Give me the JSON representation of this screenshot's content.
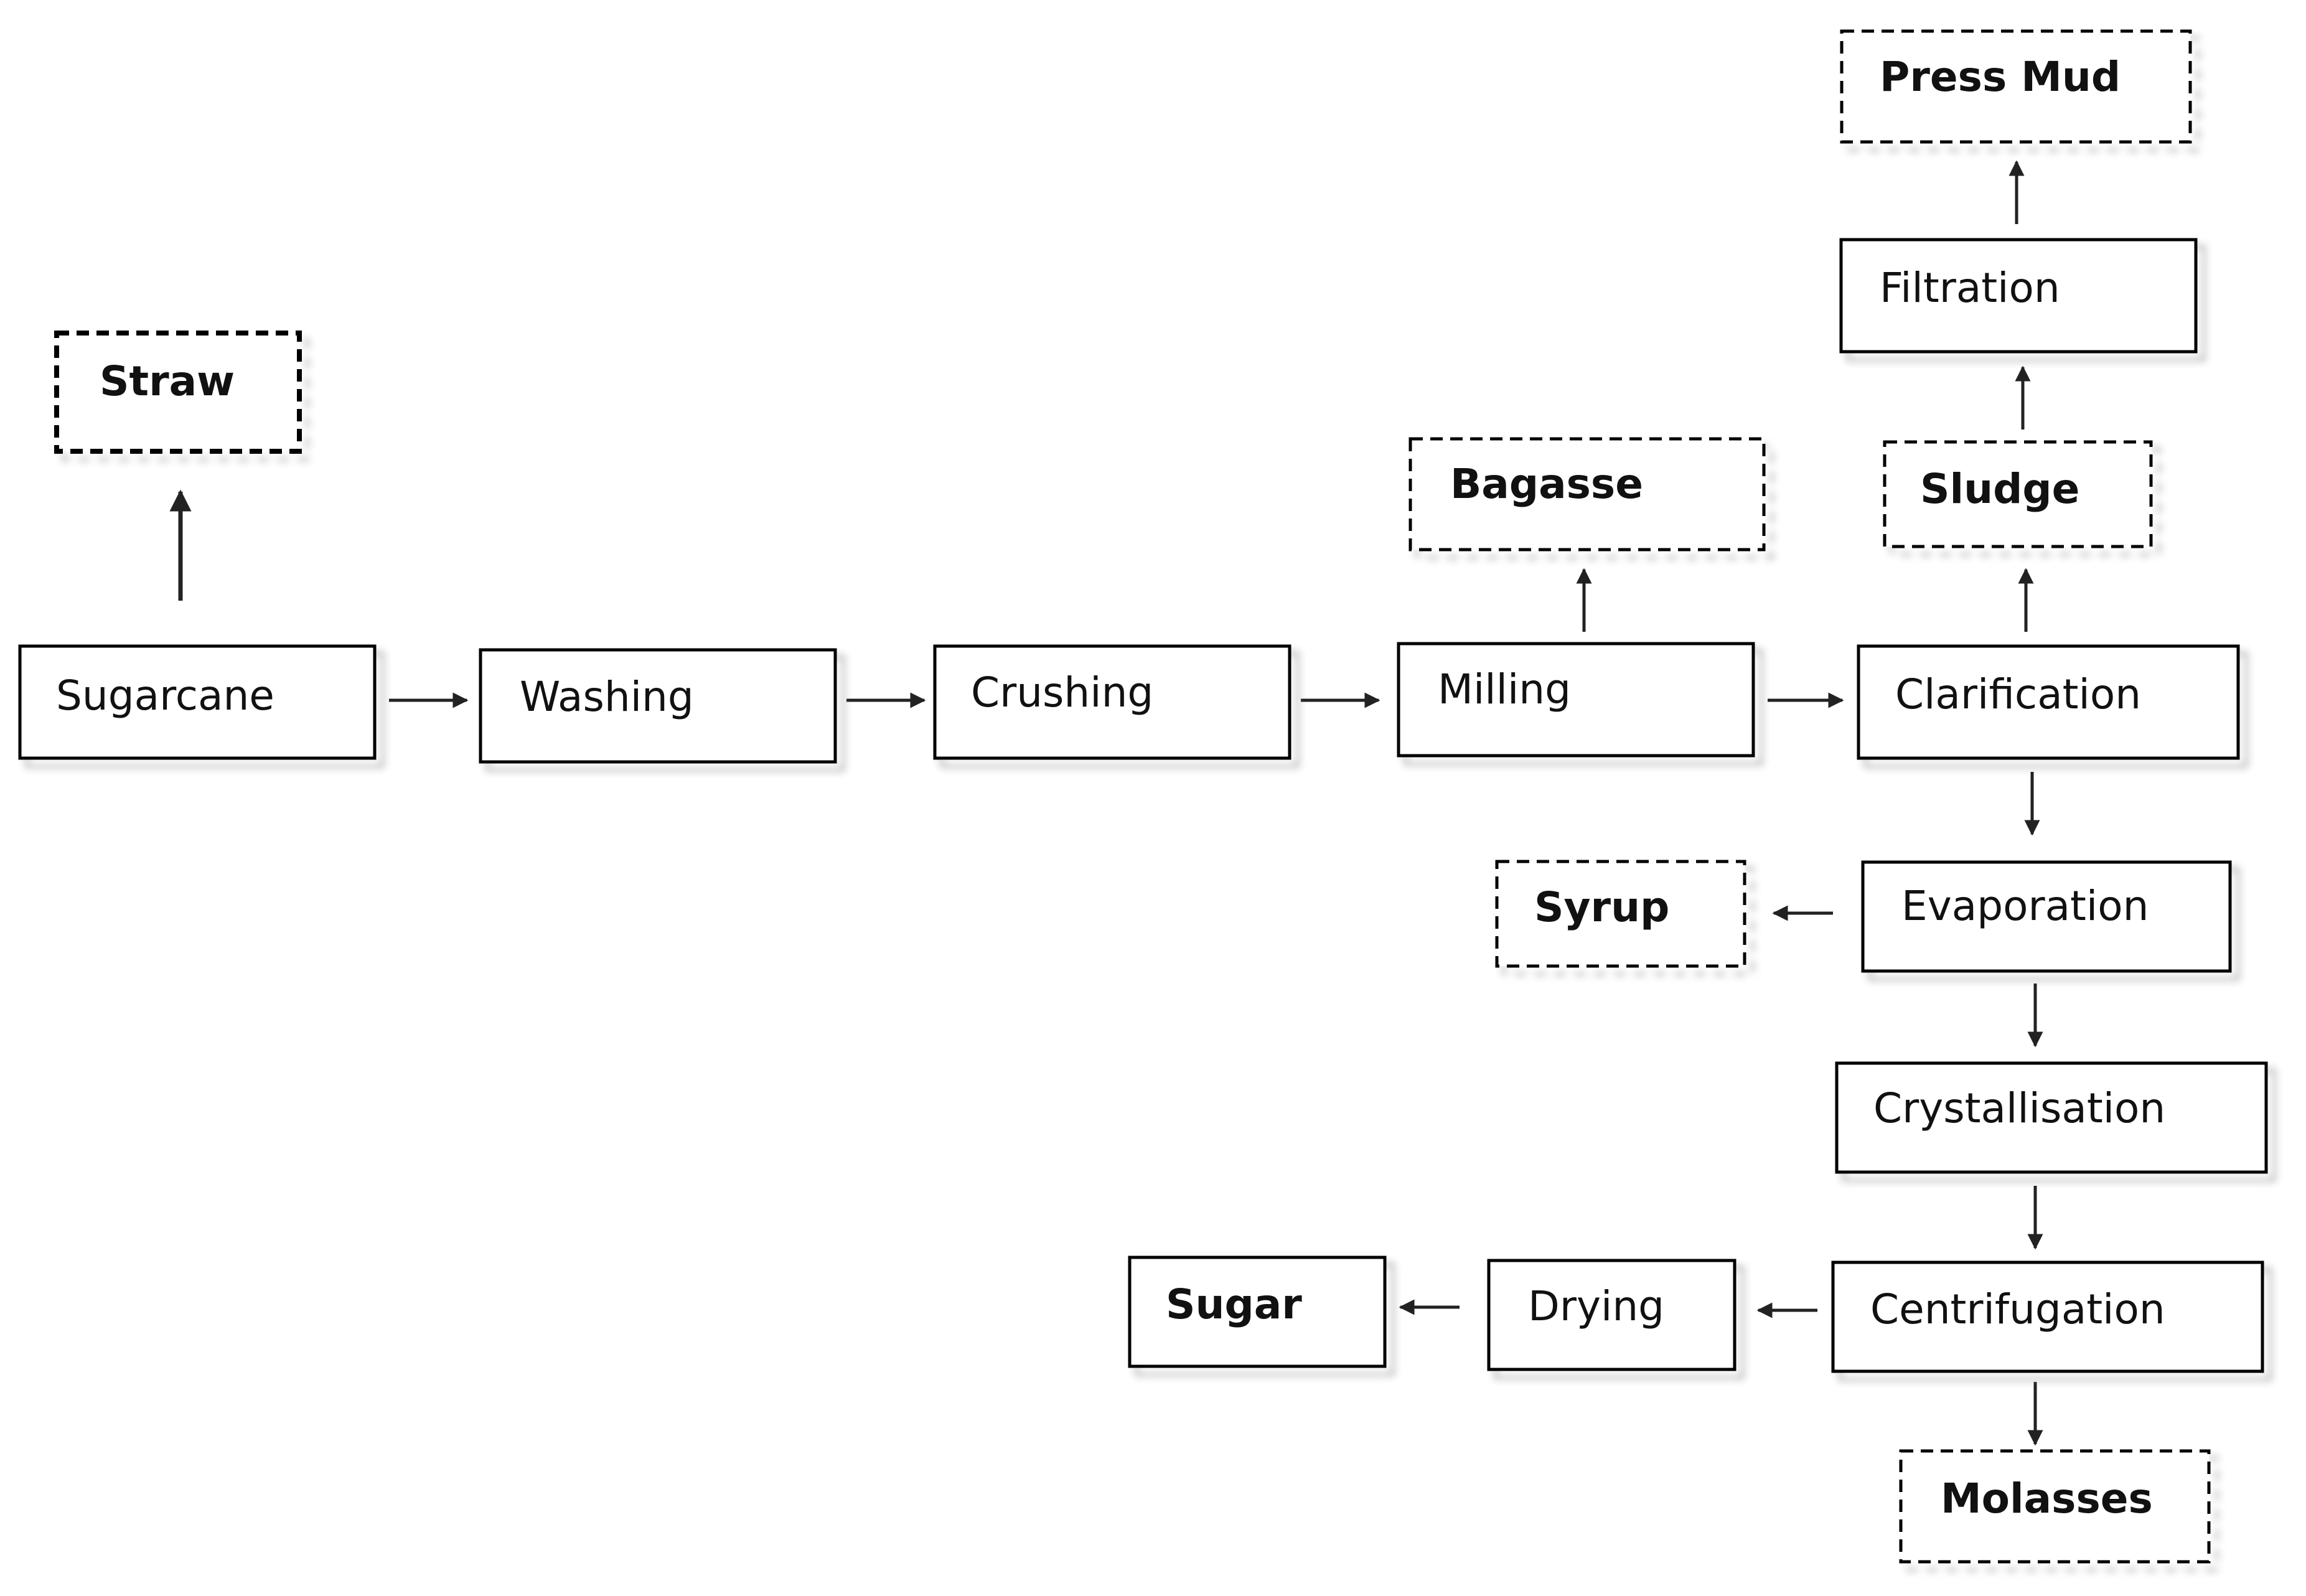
{
  "diagram": {
    "nodes": {
      "sugarcane": "Sugarcane",
      "washing": "Washing",
      "crushing": "Crushing",
      "milling": "Milling",
      "clarification": "Clarification",
      "evaporation": "Evaporation",
      "crystallisation": "Crystallisation",
      "centrifugation": "Centrifugation",
      "drying": "Drying",
      "filtration": "Filtration",
      "straw": "Straw",
      "bagasse": "Bagasse",
      "sludge": "Sludge",
      "press_mud": "Press Mud",
      "syrup": "Syrup",
      "molasses": "Molasses",
      "sugar": "Sugar"
    },
    "edges": [
      {
        "from": "sugarcane",
        "to": "straw"
      },
      {
        "from": "sugarcane",
        "to": "washing"
      },
      {
        "from": "washing",
        "to": "crushing"
      },
      {
        "from": "crushing",
        "to": "milling"
      },
      {
        "from": "milling",
        "to": "bagasse"
      },
      {
        "from": "milling",
        "to": "clarification"
      },
      {
        "from": "clarification",
        "to": "sludge"
      },
      {
        "from": "sludge",
        "to": "filtration"
      },
      {
        "from": "filtration",
        "to": "press_mud"
      },
      {
        "from": "clarification",
        "to": "evaporation"
      },
      {
        "from": "evaporation",
        "to": "syrup"
      },
      {
        "from": "evaporation",
        "to": "crystallisation"
      },
      {
        "from": "crystallisation",
        "to": "centrifugation"
      },
      {
        "from": "centrifugation",
        "to": "molasses"
      },
      {
        "from": "centrifugation",
        "to": "drying"
      },
      {
        "from": "drying",
        "to": "sugar"
      }
    ]
  }
}
